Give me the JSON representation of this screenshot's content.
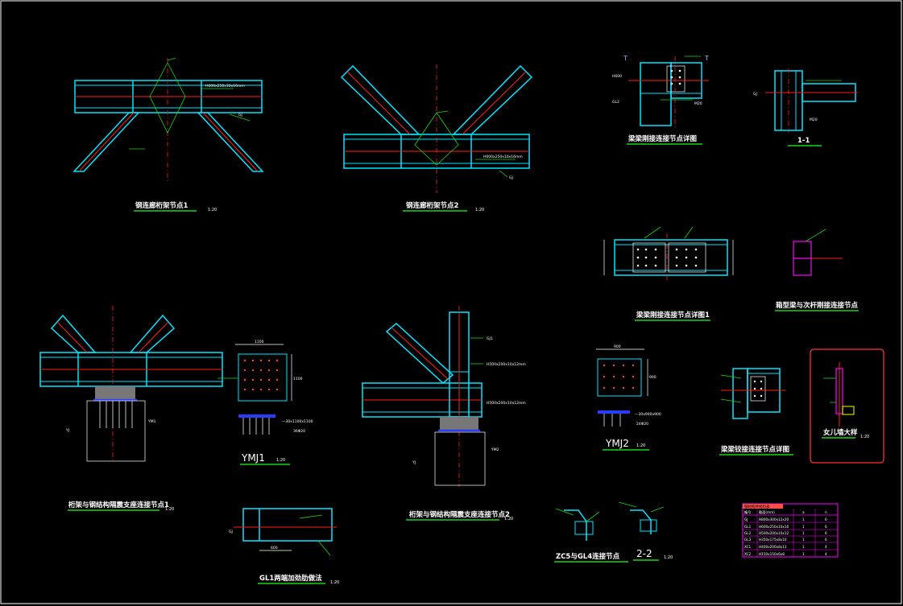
{
  "titles": {
    "t1": "钢连廊桁架节点1",
    "t1_scale": "1:20",
    "t2": "钢连廊桁架节点2",
    "t2_scale": "1:20",
    "t3": "梁梁刚接连接节点详图",
    "t4": "1-1",
    "t5": "梁梁刚接连接节点详图1",
    "t6": "箱型梁与次杆刚接连接节点",
    "t7": "桁架与钢结构隔震支座连接节点1",
    "t7_scale": "1:20",
    "t8": "YMJ1",
    "t8_scale": "1:20",
    "t9": "桁架与钢结构隔震支座连接节点2",
    "t9_scale": "1:20",
    "t10": "YMJ2",
    "t10_scale": "1:20",
    "t11": "梁梁铰接连接节点详图",
    "t12": "女儿墙大样",
    "t12_scale": "1:20",
    "t13": "GL1两端加劲肋做法",
    "t13_scale": "1:20",
    "t14": "ZC5与GL4连接节点",
    "t15": "2-2",
    "t15_scale": "1:20"
  },
  "dims": {
    "ymj1_top": "1100",
    "ymj1_side": "1100",
    "ymj1_plate": "—30x1100x1100",
    "ymj1_bolts": "36Φ20",
    "ymj2_top": "900",
    "ymj2_side": "900",
    "ymj2_plate": "—30x900x900",
    "ymj2_bolts": "24Φ20",
    "gl1_len": "600"
  },
  "table": {
    "header_title": "钢材构件材料表",
    "columns": [
      "编号",
      "截面(mm)",
      "a",
      "n"
    ],
    "rows": [
      [
        "GJ",
        "H800x300x12x20",
        "1",
        "6"
      ],
      [
        "GL1",
        "H600x250x10x16",
        "1",
        "6"
      ],
      [
        "GL2",
        "H500x200x10x12",
        "1",
        "6"
      ],
      [
        "GL3",
        "H350x175x8x10",
        "1",
        "6"
      ],
      [
        "XC1",
        "H400x200x8x13",
        "1",
        "4"
      ],
      [
        "XC2",
        "H150x150x6x8",
        "1",
        "4"
      ]
    ]
  },
  "colors": {
    "background": "#000000",
    "steel": "#00e5ff",
    "axis": "#ff2020",
    "annotation": "#18d618",
    "bearing": "#2c3cff",
    "highlight": "#ff00ff",
    "frame": "#ff3030"
  }
}
